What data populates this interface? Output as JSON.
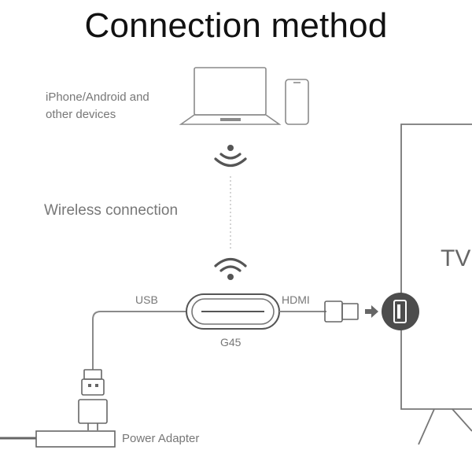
{
  "title": "Connection method",
  "labels": {
    "devices_line1": "iPhone/Android and",
    "devices_line2": "other devices",
    "wireless": "Wireless connection",
    "usb": "USB",
    "hdmi": "HDMI",
    "device_name": "G45",
    "power_adapter": "Power Adapter",
    "tv": "TV"
  },
  "colors": {
    "line": "#8a8a8a",
    "dark_icon": "#4d4d4d",
    "dongle_outline": "#555555"
  }
}
